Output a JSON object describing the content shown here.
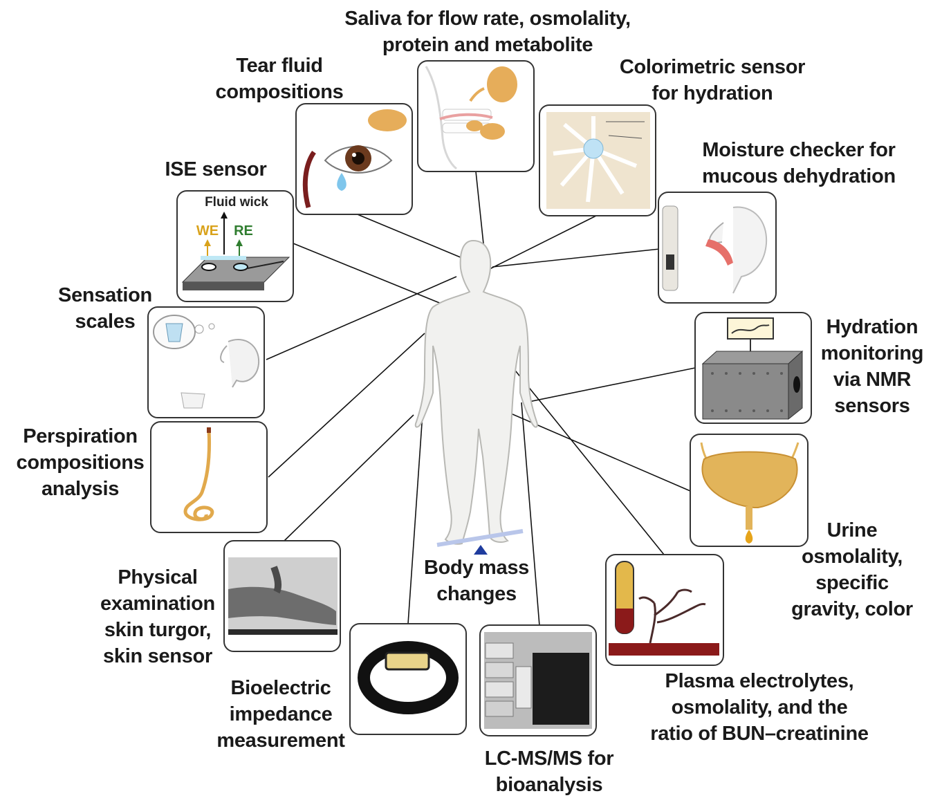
{
  "center": {
    "label_lines": [
      "Body mass",
      "changes"
    ]
  },
  "methods": [
    {
      "key": "saliva",
      "lines": [
        "Saliva for flow rate, osmolality,",
        "protein and metabolite"
      ]
    },
    {
      "key": "tear",
      "lines": [
        "Tear fluid",
        "compositions"
      ]
    },
    {
      "key": "colorimetric",
      "lines": [
        "Colorimetric sensor",
        "for hydration"
      ]
    },
    {
      "key": "ise",
      "lines": [
        "ISE sensor"
      ]
    },
    {
      "key": "moisture",
      "lines": [
        "Moisture checker for",
        "mucous dehydration"
      ]
    },
    {
      "key": "sensation",
      "lines": [
        "Sensation",
        "scales"
      ]
    },
    {
      "key": "nmr",
      "lines": [
        "Hydration",
        "monitoring",
        "via NMR",
        "sensors"
      ]
    },
    {
      "key": "perspiration",
      "lines": [
        "Perspiration",
        "compositions",
        "analysis"
      ]
    },
    {
      "key": "urine",
      "lines": [
        "Urine",
        "osmolality,",
        "specific",
        "gravity, color"
      ]
    },
    {
      "key": "physical",
      "lines": [
        "Physical",
        "examination",
        "skin turgor,",
        "skin sensor"
      ]
    },
    {
      "key": "plasma",
      "lines": [
        "Plasma electrolytes,",
        "osmolality, and the",
        "ratio of BUN–creatinine"
      ]
    },
    {
      "key": "bioelectric",
      "lines": [
        "Bioelectric",
        "impedance",
        "measurement"
      ]
    },
    {
      "key": "lcms",
      "lines": [
        "LC-MS/MS for",
        "bioanalysis"
      ]
    }
  ],
  "ise_panel": {
    "title": "Fluid wick",
    "we": "WE",
    "re": "RE"
  },
  "colors": {
    "we": "#d9a21b",
    "re": "#2f7d2f",
    "gland": "#e6ad5a",
    "urine": "#e2b45a",
    "blood": "#8b1a1a",
    "scale": "#1f3c9e"
  }
}
